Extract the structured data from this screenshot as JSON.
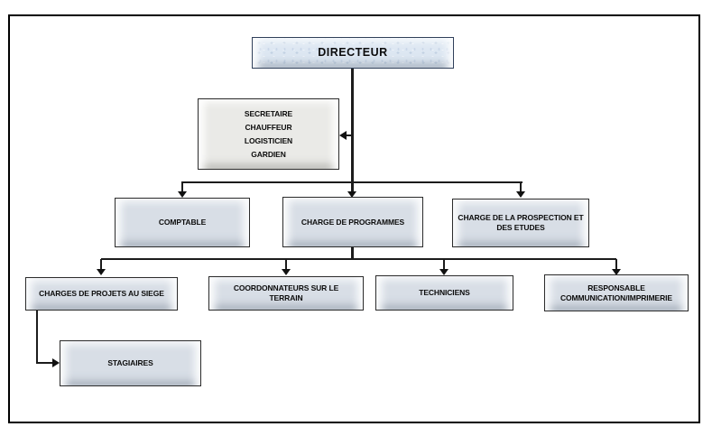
{
  "diagram": {
    "type": "org-chart",
    "nodes": {
      "directeur": {
        "label": "DIRECTEUR"
      },
      "support": {
        "lines": [
          "SECRETAIRE",
          "CHAUFFEUR",
          "LOGISTICIEN",
          "GARDIEN"
        ]
      },
      "comptable": {
        "label": "COMPTABLE"
      },
      "programmes": {
        "label": "CHARGE DE PROGRAMMES"
      },
      "prospection": {
        "label": "CHARGE DE LA PROSPECTION ET\nDES ETUDES"
      },
      "projets": {
        "label": "CHARGES DE PROJETS AU SIEGE"
      },
      "coordonnateurs": {
        "label": "COORDONNATEURS SUR LE\nTERRAIN"
      },
      "techniciens": {
        "label": "TECHNICIENS"
      },
      "responsable": {
        "label": "RESPONSABLE\nCOMMUNICATION/IMPRIMERIE"
      },
      "stagiaires": {
        "label": "STAGIAIRES"
      }
    },
    "edges": [
      "directeur -> support",
      "directeur -> comptable",
      "directeur -> programmes",
      "directeur -> prospection",
      "programmes -> projets",
      "programmes -> coordonnateurs",
      "programmes -> techniciens",
      "programmes -> responsable",
      "projets -> stagiaires"
    ],
    "colors": {
      "background": "#ffffff",
      "frame_border": "#000000",
      "node_fill": "#d8dee6",
      "director_fill": "#dde7f2",
      "support_fill": "#eaeae7",
      "node_border": "#2b2b2b",
      "connector": "#1c1c1c",
      "text": "#0c0c0c"
    }
  }
}
